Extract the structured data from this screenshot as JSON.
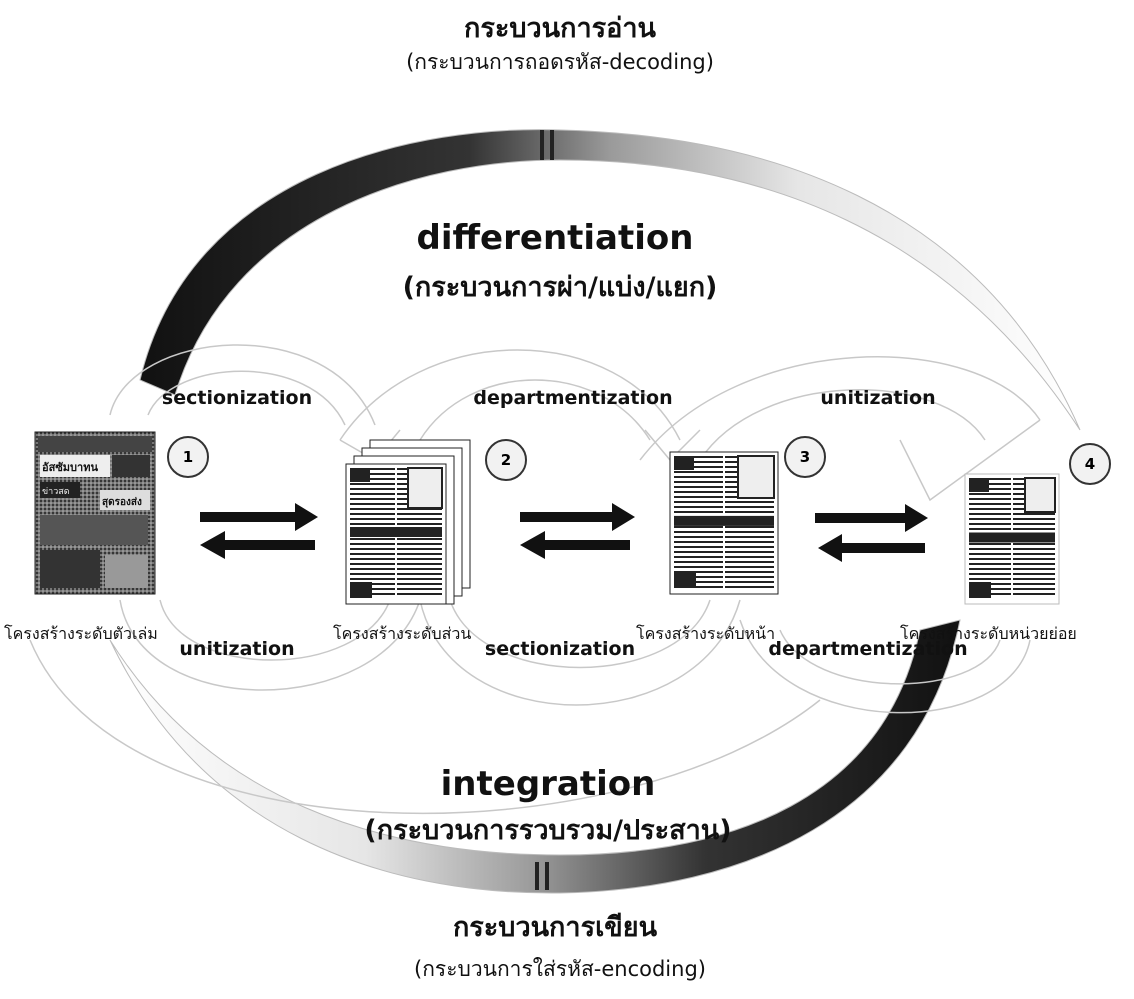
{
  "reading": {
    "title": "กระบวนการอ่าน",
    "subtitle": "(กระบวนการถอดรหัส-decoding)"
  },
  "writing": {
    "title": "กระบวนการเขียน",
    "subtitle": "(กระบวนการใส่รหัส-encoding)"
  },
  "differentiation": {
    "label": "differentiation",
    "thai": "(กระบวนการผ่า/แบ่ง/แยก)"
  },
  "integration": {
    "label": "integration",
    "thai": "(กระบวนการรวบรวม/ประสาน)"
  },
  "top_processes": [
    "sectionization",
    "departmentization",
    "unitization"
  ],
  "bottom_processes": [
    "unitization",
    "sectionization",
    "departmentization"
  ],
  "levels": [
    {
      "number": "1",
      "label": "โครงสร้างระดับตัวเล่ม"
    },
    {
      "number": "2",
      "label": "โครงสร้างระดับส่วน"
    },
    {
      "number": "3",
      "label": "โครงสร้างระดับหน้า"
    },
    {
      "number": "4",
      "label": "โครงสร้างระดับหน่วยย่อย"
    }
  ],
  "equals_sign": "=",
  "newspaper_text": {
    "headline_1": "อัสซัมบาทน",
    "headline_2": "สุดรองส่ง",
    "headline_3": "ข่าวสด"
  },
  "colors": {
    "arc_dark": "#1a1a1a",
    "arc_light": "#f2f2f2",
    "arrow": "#111111",
    "loop_stroke": "#bdbdbd"
  }
}
